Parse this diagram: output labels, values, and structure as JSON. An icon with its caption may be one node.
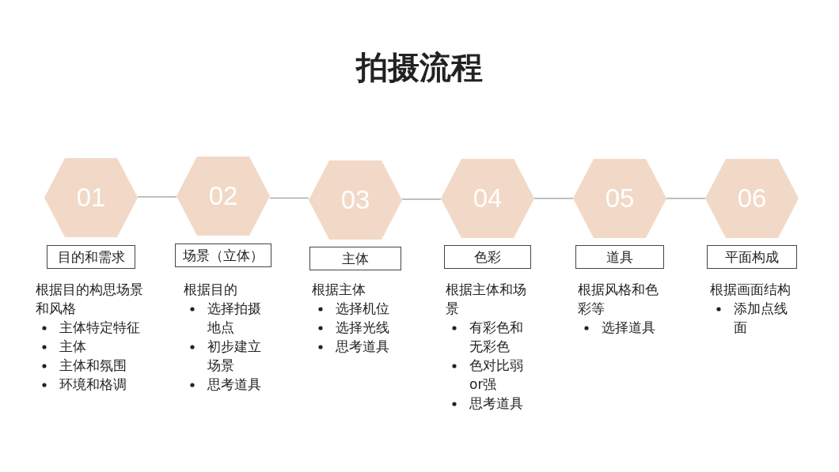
{
  "diagram": {
    "title": "拍摄流程",
    "nodes": [
      {
        "text": [
          "01"
        ]
      },
      {
        "text": [
          "02"
        ]
      },
      {
        "text": [
          "03"
        ]
      },
      {
        "text": [
          "04"
        ]
      },
      {
        "text": [
          "05"
        ]
      },
      {
        "text": [
          "06"
        ]
      },
      {
        "text": [
          "目的和需求"
        ],
        "beside": [
          "根据目的构思场景和风格",
          "主体特定特征",
          "主体",
          "主体和氛围",
          "环境和格调"
        ]
      },
      {
        "text": [
          "场景（立体）"
        ],
        "beside": [
          "根据目的",
          "选择拍摄地点",
          "初步建立场景",
          "思考道具"
        ]
      },
      {
        "text": [
          "主体"
        ],
        "beside": [
          "根据主体",
          "选择机位",
          "选择光线",
          "思考道具"
        ]
      },
      {
        "text": [
          "色彩"
        ],
        "beside": [
          "根据主体和场景",
          "有彩色和无彩色",
          "色对比弱or强",
          "思考道具"
        ]
      },
      {
        "text": [
          "道具"
        ],
        "beside": [
          "根据风格和色彩等",
          "选择道具"
        ]
      },
      {
        "text": [
          "平面构成"
        ],
        "beside": [
          "根据画面结构",
          "添加点线面"
        ]
      }
    ],
    "edges": [
      {
        "from": 0,
        "to": 1,
        "arrow": "none"
      },
      {
        "from": 1,
        "to": 2,
        "arrow": "none"
      },
      {
        "from": 2,
        "to": 3,
        "arrow": "none"
      },
      {
        "from": 3,
        "to": 4,
        "arrow": "none"
      },
      {
        "from": 4,
        "to": 5,
        "arrow": "none"
      }
    ]
  }
}
